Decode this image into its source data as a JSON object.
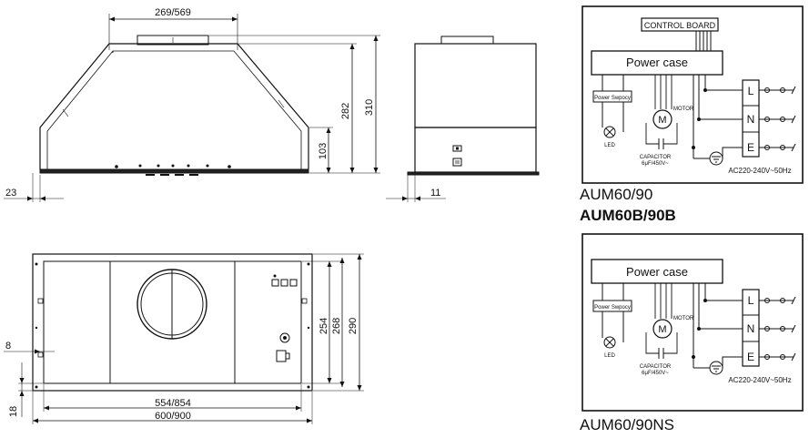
{
  "front_view": {
    "dim_top_width": "269/569",
    "dim_height_total": "310",
    "dim_height_body": "282",
    "dim_lower": "103",
    "dim_left_edge": "23"
  },
  "side_view": {
    "dim_edge": "11"
  },
  "bottom_view": {
    "dim_height_inner": "254",
    "dim_height_mid": "268",
    "dim_height_outer": "290",
    "dim_left_offset": "8",
    "dim_bottom_offset": "18",
    "dim_width_inner": "554/854",
    "dim_width_outer": "600/900"
  },
  "wiring_a": {
    "control_board": "CONTROL BOARD",
    "power_case": "Power case",
    "power_switch": "Power Swpocy",
    "led": "LED",
    "motor_symbol": "M",
    "motor": "MOTOR",
    "capacitor_line1": "CAPACITOR",
    "capacitor_line2": "6μF/450V~",
    "terminal_l": "L",
    "terminal_n": "N",
    "terminal_e": "E",
    "supply": "AC220-240V~50Hz",
    "model": "AUM60/90",
    "model_b": "AUM60B/90B"
  },
  "wiring_b": {
    "power_case": "Power case",
    "power_switch": "Power Swpocy",
    "led": "LED",
    "motor_symbol": "M",
    "motor": "MOTOR",
    "capacitor_line1": "CAPACITOR",
    "capacitor_line2": "6μF/450V~",
    "terminal_l": "L",
    "terminal_n": "N",
    "terminal_e": "E",
    "supply": "AC220-240V~50Hz",
    "model": "AUM60/90NS"
  }
}
